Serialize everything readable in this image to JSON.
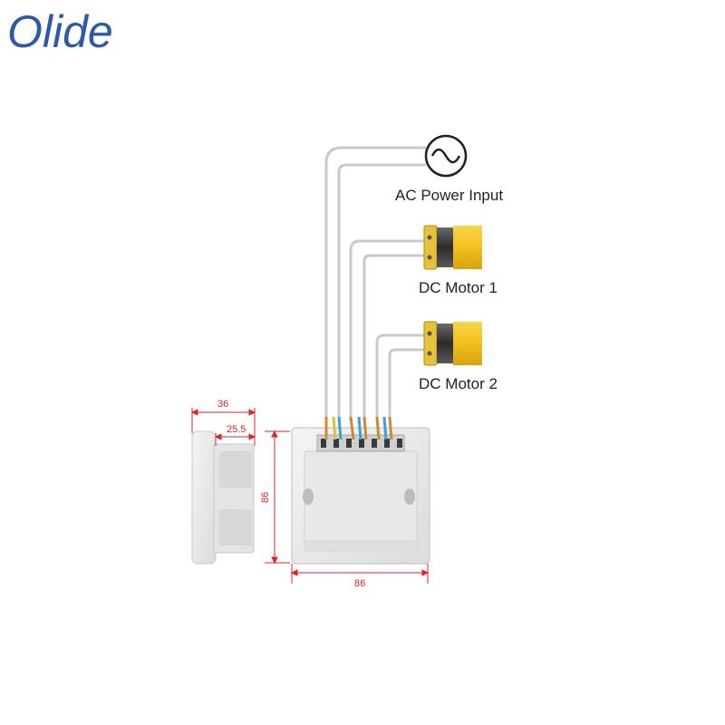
{
  "brand": {
    "logo_text": "Olide",
    "color": "#2d5aa8"
  },
  "labels": {
    "ac_power": "AC Power Input",
    "motor1": "DC Motor 1",
    "motor2": "DC Motor 2"
  },
  "dimensions": {
    "side_depth_total": "36",
    "side_depth_inner": "25.5",
    "height": "86",
    "width": "86"
  },
  "colors": {
    "dimension": "#d9262c",
    "wire": "#c8c8c8",
    "motor_body": "#f2c01e",
    "device_body": "#ececec"
  },
  "icons": [
    "ac-source-icon",
    "dc-motor-icon",
    "dc-motor-icon"
  ]
}
